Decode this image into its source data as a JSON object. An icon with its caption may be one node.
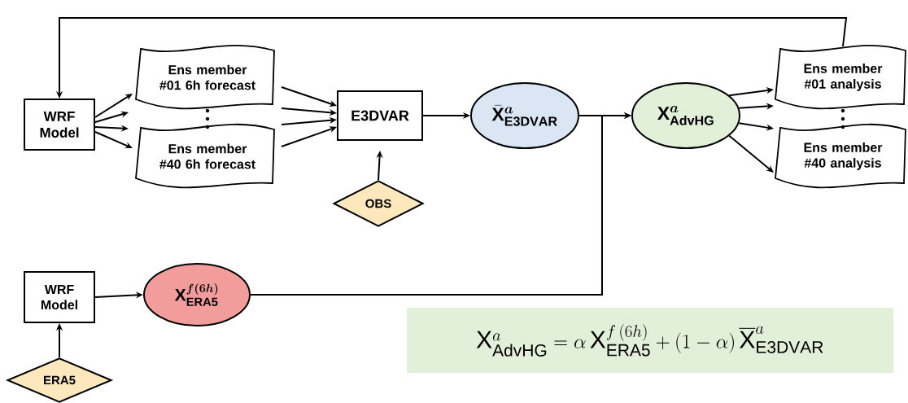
{
  "diagram": {
    "nodes": [
      {
        "text": [
          "WRF Model"
        ]
      },
      {
        "text": [
          "Ens member #01 6h forecast"
        ]
      },
      {
        "text": [
          "Ens member #40 6h forecast"
        ]
      },
      {
        "text": [
          "E3DVAR"
        ]
      },
      {
        "text": [
          "OBS"
        ]
      },
      {
        "text": [
          "\\bar{\\mathbf{X}}^{\\boldsymbol{a}}_{\\mathbf{E3DVAR}}"
        ]
      },
      {
        "text": [
          "\\mathbf{X}^{\\boldsymbol{a}}_{\\mathbf{AdvHG}}"
        ]
      },
      {
        "text": [
          "Ens member #01 analysis"
        ]
      },
      {
        "text": [
          "Ens member #40 analysis"
        ]
      },
      {
        "text": [
          "WRF Model"
        ]
      },
      {
        "text": [
          "ERA5"
        ]
      },
      {
        "text": [
          "\\mathbf{X}^{\\boldsymbol{f(6h)}}_{\\mathbf{ERA5}}"
        ]
      },
      {
        "text": [
          "\\mathrm{X}^{a}_{\\mathrm{AdvHG}} = \\alpha\\,\\mathrm{X}^{f\\,(6h)}_{\\mathrm{ERA5}} + (1-\\alpha)\\,\\overline{\\mathrm{X}}^{a}_{\\mathrm{E3DVAR}}"
        ]
      }
    ],
    "edges": [
      {
        "from": 0,
        "to": 1,
        "arrow": "to"
      },
      {
        "from": 0,
        "to": null,
        "arrow": "to"
      },
      {
        "from": 0,
        "to": null,
        "arrow": "to"
      },
      {
        "from": 0,
        "to": 2,
        "arrow": "to"
      },
      {
        "from": 1,
        "to": 3,
        "arrow": "to"
      },
      {
        "from": 1,
        "to": 3,
        "arrow": "to"
      },
      {
        "from": 2,
        "to": 3,
        "arrow": "to"
      },
      {
        "from": 2,
        "to": 3,
        "arrow": "to"
      },
      {
        "from": 3,
        "to": 5,
        "arrow": "to"
      },
      {
        "from": 4,
        "to": 3,
        "arrow": "to"
      },
      {
        "from": 5,
        "to": 6,
        "arrow": "to"
      },
      {
        "from": 11,
        "to": 6,
        "arrow": "to"
      },
      {
        "from": 6,
        "to": 7,
        "arrow": "to"
      },
      {
        "from": 6,
        "to": 7,
        "arrow": "to"
      },
      {
        "from": 6,
        "to": 8,
        "arrow": "to"
      },
      {
        "from": 6,
        "to": 8,
        "arrow": "to"
      },
      {
        "from": 7,
        "to": 0,
        "arrow": "to"
      },
      {
        "from": 9,
        "to": 11,
        "arrow": "to"
      },
      {
        "from": 10,
        "to": 9,
        "arrow": "to"
      }
    ]
  }
}
